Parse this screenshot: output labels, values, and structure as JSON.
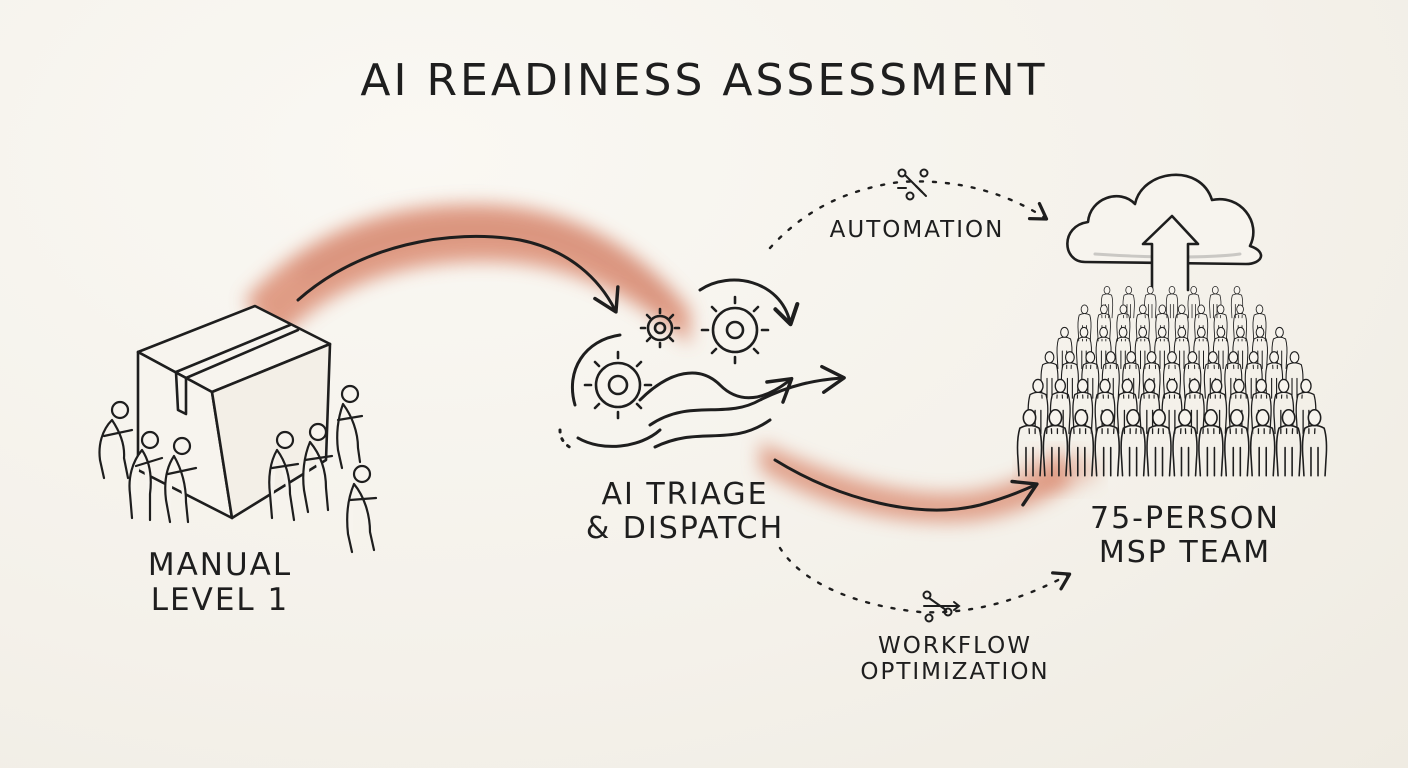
{
  "title": "AI Readiness Assessment",
  "nodes": {
    "manual": {
      "line1": "Manual",
      "line2": "Level 1"
    },
    "triage": {
      "line1": "AI Triage",
      "line2": "& Dispatch"
    },
    "team": {
      "line1": "75-Person",
      "line2": "MSP Team"
    }
  },
  "branches": {
    "automation": "Automation",
    "workflow": {
      "line1": "Workflow",
      "line2": "Optimization"
    }
  },
  "icons": {
    "manual": "cardboard-box-with-people-icon",
    "triage": "gears-and-arrows-icon",
    "team": "crowd-with-cloud-upload-icon",
    "automation": "workflow-nodes-icon",
    "workflow": "workflow-nodes-icon"
  },
  "colors": {
    "ink": "#1e1e1e",
    "wash": "#d9846a",
    "paper": "#f6f3ec"
  }
}
